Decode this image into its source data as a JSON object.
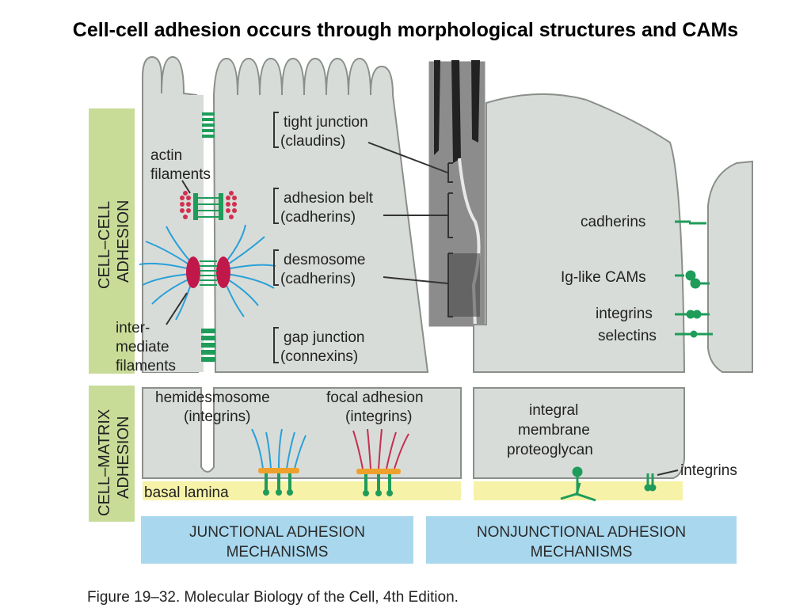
{
  "title": "Cell-cell adhesion occurs through morphological structures and CAMs",
  "side_labels": {
    "cell_cell": [
      "CELL–CELL",
      "ADHESION"
    ],
    "cell_matrix": [
      "CELL–MATRIX",
      "ADHESION"
    ]
  },
  "left_labels": {
    "actin": [
      "actin",
      "filaments"
    ],
    "intermediate": [
      "inter-",
      "mediate",
      "filaments"
    ]
  },
  "junctions": [
    {
      "name": "tight junction",
      "protein": "(claudins)"
    },
    {
      "name": "adhesion belt",
      "protein": "(cadherins)"
    },
    {
      "name": "desmosome",
      "protein": "(cadherins)"
    },
    {
      "name": "gap junction",
      "protein": "(connexins)"
    }
  ],
  "right_labels": [
    "cadherins",
    "Ig-like CAMs",
    "integrins",
    "selectins"
  ],
  "matrix_labels": {
    "hemidesmosome": [
      "hemidesmosome",
      "(integrins)"
    ],
    "focal_adhesion": [
      "focal adhesion",
      "(integrins)"
    ],
    "proteoglycan": [
      "integral",
      "membrane",
      "proteoglycan"
    ],
    "integrins": "integrins",
    "basal_lamina": "basal lamina"
  },
  "bottom_boxes": [
    [
      "JUNCTIONAL ADHESION",
      "MECHANISMS"
    ],
    [
      "NONJUNCTIONAL ADHESION",
      "MECHANISMS"
    ]
  ],
  "caption": "Figure 19–32. Molecular Biology of the Cell, 4th Edition.",
  "colors": {
    "cell": "#d8dcd8",
    "cell_outline": "#8a8f8a",
    "side_band": "#c8dc98",
    "basal_lamina": "#f6f2a8",
    "bottom_box": "#a9d8ee",
    "junction_green": "#1f9c5a",
    "actin_red": "#d23050",
    "filament_blue": "#2aa0d8",
    "plaque_orange": "#eda12c"
  }
}
